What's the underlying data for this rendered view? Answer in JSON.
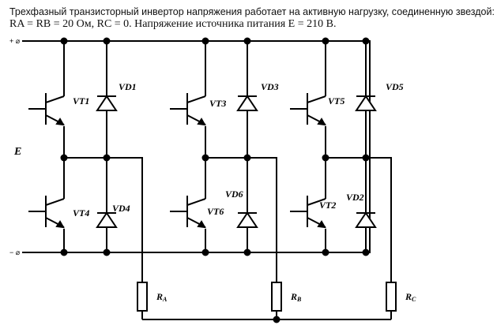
{
  "question": {
    "line1": "Трехфазный транзисторный инвертор напряжения работает на активную нагрузку, соединенную звездой:",
    "line2": "RA = RB = 20 Ом, RC = 0. Напряжение источника питания E = 210 В."
  },
  "diagram": {
    "plus_terminal": "+ ⌀",
    "minus_terminal": "− ⌀",
    "source": "E",
    "transistors": [
      "VT1",
      "VT4",
      "VT3",
      "VT6",
      "VT5",
      "VT2"
    ],
    "diodes": [
      "VD1",
      "VD4",
      "VD3",
      "VD6",
      "VD5",
      "VD2"
    ],
    "resistors": [
      "RA",
      "RB",
      "RC"
    ]
  }
}
